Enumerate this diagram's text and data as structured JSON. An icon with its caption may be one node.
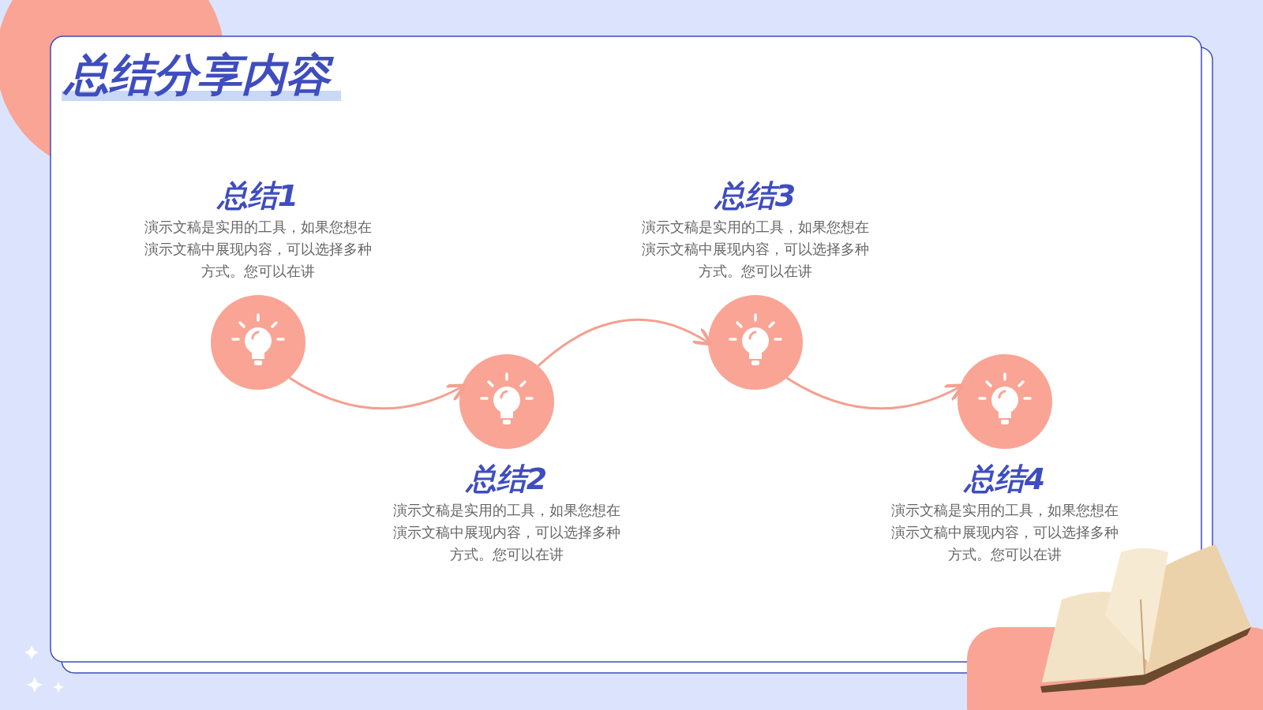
{
  "diagram": {
    "title": "总结分享内容",
    "nodes": [
      {
        "text": [],
        "shape": "circle",
        "beside": [
          "总结1",
          "演示文稿是实用的工具，如果您想在演示文稿中展现内容，可以选择多种方式。您可以在讲"
        ]
      },
      {
        "text": [],
        "shape": "circle",
        "beside": [
          "总结2",
          "演示文稿是实用的工具，如果您想在演示文稿中展现内容，可以选择多种方式。您可以在讲"
        ]
      },
      {
        "text": [],
        "shape": "circle",
        "beside": [
          "总结3",
          "演示文稿是实用的工具，如果您想在演示文稿中展现内容，可以选择多种方式。您可以在讲"
        ]
      },
      {
        "text": [],
        "shape": "circle",
        "beside": [
          "总结4",
          "演示文稿是实用的工具，如果您想在演示文稿中展现内容，可以选择多种方式。您可以在讲"
        ]
      }
    ],
    "edges": [
      {
        "from": 0,
        "to": 1,
        "arrow": "to"
      },
      {
        "from": 1,
        "to": 2,
        "arrow": "to"
      },
      {
        "from": 2,
        "to": 3,
        "arrow": "to"
      }
    ]
  }
}
